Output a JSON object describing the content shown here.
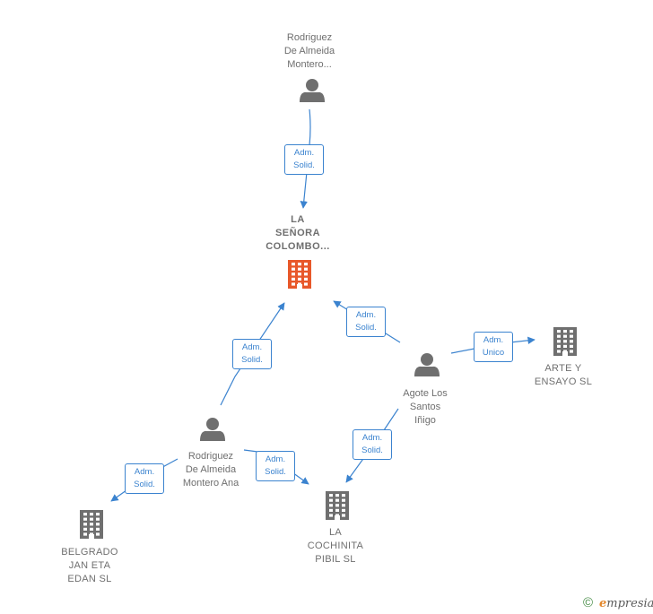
{
  "nodes": {
    "person_top": {
      "type": "person",
      "lines": [
        "Rodriguez",
        "De Almeida",
        "Montero..."
      ]
    },
    "company_focus": {
      "type": "company",
      "focus": true,
      "lines": [
        "LA",
        "SEÑORA",
        "COLOMBO..."
      ]
    },
    "person_agote": {
      "type": "person",
      "lines": [
        "Agote Los",
        "Santos",
        "Iñigo"
      ]
    },
    "company_arte": {
      "type": "company",
      "lines": [
        "ARTE Y",
        "ENSAYO SL"
      ]
    },
    "person_ana": {
      "type": "person",
      "lines": [
        "Rodriguez",
        "De Almeida",
        "Montero Ana"
      ]
    },
    "company_cochinita": {
      "type": "company",
      "lines": [
        "LA",
        "COCHINITA",
        "PIBIL  SL"
      ]
    },
    "company_belgrado": {
      "type": "company",
      "lines": [
        "BELGRADO",
        "JAN ETA",
        "EDAN  SL"
      ]
    }
  },
  "relations": [
    {
      "from": "person_top",
      "to": "company_focus",
      "lines": [
        "Adm.",
        "Solid."
      ]
    },
    {
      "from": "person_agote",
      "to": "company_focus",
      "lines": [
        "Adm.",
        "Solid."
      ]
    },
    {
      "from": "person_agote",
      "to": "company_arte",
      "lines": [
        "Adm.",
        "Unico"
      ]
    },
    {
      "from": "person_agote",
      "to": "company_cochinita",
      "lines": [
        "Adm.",
        "Solid."
      ]
    },
    {
      "from": "person_ana",
      "to": "company_focus",
      "lines": [
        "Adm.",
        "Solid."
      ]
    },
    {
      "from": "person_ana",
      "to": "company_cochinita",
      "lines": [
        "Adm.",
        "Solid."
      ]
    },
    {
      "from": "person_ana",
      "to": "company_belgrado",
      "lines": [
        "Adm.",
        "Solid."
      ]
    }
  ],
  "colors": {
    "edge": "#3b83cf",
    "focus_company": "#e8582a",
    "company": "#6f6f6f",
    "person": "#6f6f6f"
  },
  "footer": {
    "copyright_symbol": "©",
    "brand_initial": "e",
    "brand_rest": "mpresia"
  }
}
